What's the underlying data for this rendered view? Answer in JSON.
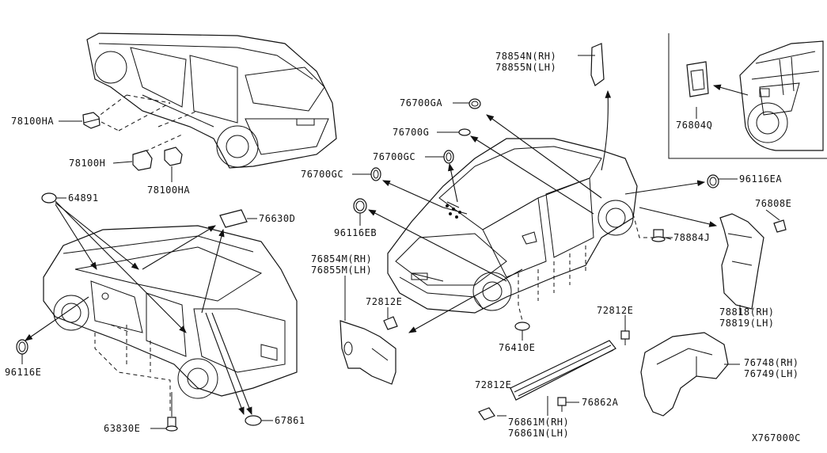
{
  "labels": {
    "p78100HA_top": "78100HA",
    "p78100H": "78100H",
    "p78100HA_bot": "78100HA",
    "p64891": "64891",
    "p76630D": "76630D",
    "p96116E": "96116E",
    "p63830E": "63830E",
    "p67861": "67861",
    "p76700GA": "76700GA",
    "p76700G": "76700G",
    "p76700GC_a": "76700GC",
    "p76700GC_b": "76700GC",
    "p96116EB": "96116EB",
    "p78854N": "78854N(RH)",
    "p78855N": "78855N(LH)",
    "p76804Q": "76804Q",
    "p96116EA": "96116EA",
    "p76808E": "76808E",
    "p78884J": "78884J",
    "p78818": "78818(RH)",
    "p78819": "78819(LH)",
    "p76854M": "76854M(RH)",
    "p76855M": "76855M(LH)",
    "p72812E_a": "72812E",
    "p72812E_b": "72812E",
    "p72812E_c": "72812E",
    "p76410E": "76410E",
    "p76748": "76748(RH)",
    "p76749": "76749(LH)",
    "p76862A": "76862A",
    "p76861M": "76861M(RH)",
    "p76861N": "76861N(LH)",
    "diagram_code": "X767000C"
  }
}
